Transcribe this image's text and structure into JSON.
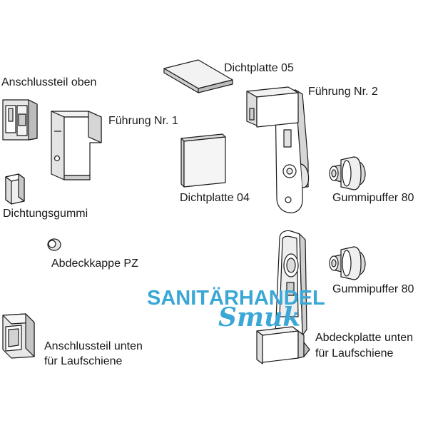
{
  "colors": {
    "outline": "#1a1a1a",
    "part_fill": "#ffffff",
    "part_shade": "#cfcfcf",
    "watermark": "#3aa7d6"
  },
  "labels": {
    "anschlussteil_oben": "Anschlussteil oben",
    "fuehrung_1": "Führung Nr. 1",
    "dichtplatte_05": "Dichtplatte 05",
    "fuehrung_2": "Führung Nr. 2",
    "dichtplatte_04": "Dichtplatte 04",
    "dichtungsgummi": "Dichtungsgummi",
    "gummipuffer_80_a": "Gummipuffer 80",
    "abdeckkappe_pz": "Abdeckkappe PZ",
    "gummipuffer_80_b": "Gummipuffer 80",
    "anschlussteil_unten_line1": "Anschlussteil unten",
    "anschlussteil_unten_line2": "für Laufschiene",
    "abdeckplatte_unten_line1": "Abdeckplatte unten",
    "abdeckplatte_unten_line2": "für Laufschiene"
  },
  "watermark": {
    "line1": "SANITÄRHANDEL",
    "line2": "Smuk"
  }
}
